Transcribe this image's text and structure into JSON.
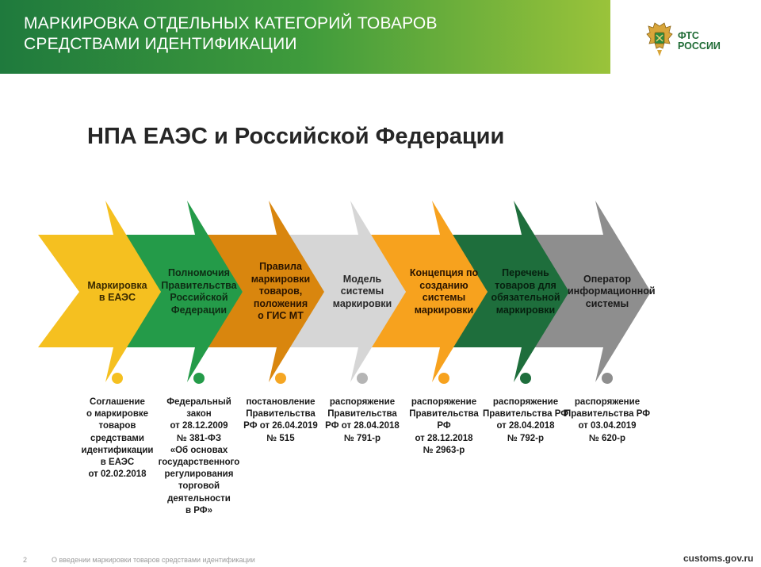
{
  "header": {
    "title": "МАРКИРОВКА ОТДЕЛЬНЫХ КАТЕГОРИЙ ТОВАРОВ\nСРЕДСТВАМИ ИДЕНТИФИКАЦИИ"
  },
  "logo": {
    "text": "ФТС\nРОССИИ",
    "icon": "eagle-emblem-icon"
  },
  "heading": "НПА ЕАЭС и Российской Федерации",
  "steps": [
    {
      "label": "Маркировка\nв ЕАЭС",
      "color": "#f5c020",
      "text_color": "#3a2a00",
      "dot_color": "#f5c020",
      "description": "Соглашение\nо маркировке\nтоваров\nсредствами\nидентификации\nв ЕАЭС\nот 02.02.2018"
    },
    {
      "label": "Полномочия\nПравительства\nРоссийской\nФедерации",
      "color": "#249b49",
      "text_color": "#0e2d14",
      "dot_color": "#249b49",
      "description": "Федеральный\nзакон\nот 28.12.2009\n№ 381-ФЗ\n«Об основах\nгосударственного\nрегулирования\nторговой\nдеятельности\nв РФ»"
    },
    {
      "label": "Правила\nмаркировки\nтоваров,\nположения\nо ГИС МТ",
      "color": "#d9860e",
      "text_color": "#2a1400",
      "dot_color": "#f5a623",
      "description": "постановление\nПравительства\nРФ от 26.04.2019\n№ 515"
    },
    {
      "label": "Модель\nсистемы\nмаркировки",
      "color": "#d6d6d6",
      "text_color": "#2a2a2a",
      "dot_color": "#b5b5b5",
      "description": "распоряжение\nПравительства\nРФ от 28.04.2018\n№ 791-р"
    },
    {
      "label": "Концепция по\nсозданию\nсистемы\nмаркировки",
      "color": "#f7a21e",
      "text_color": "#2a1400",
      "dot_color": "#f7a21e",
      "description": "распоряжение\nПравительства\nРФ\nот 28.12.2018\n№ 2963-р"
    },
    {
      "label": "Перечень\nтоваров для\nобязательной\nмаркировки",
      "color": "#1e6e3c",
      "text_color": "#06200f",
      "dot_color": "#1e6e3c",
      "description": "распоряжение\nПравительства РФ\nот 28.04.2018\n№ 792-р"
    },
    {
      "label": "Оператор\nинформационной\nсистемы",
      "color": "#8e8e8e",
      "text_color": "#1a1a1a",
      "dot_color": "#8e8e8e",
      "description": "распоряжение\nПравительства РФ\nот 03.04.2019\n№ 620-р"
    }
  ],
  "footer": {
    "page": "2",
    "text": "О введении маркировки товаров средствами идентификации",
    "site": "customs.gov.ru"
  }
}
